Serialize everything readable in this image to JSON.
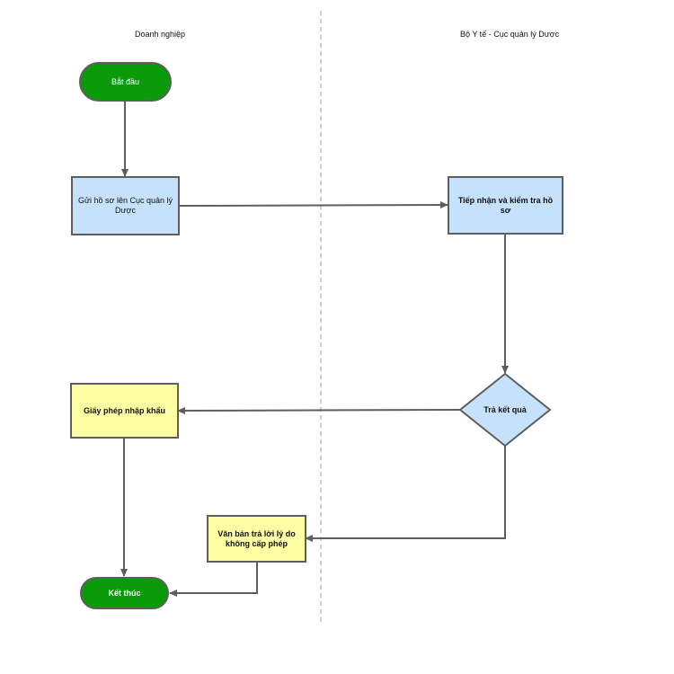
{
  "lanes": {
    "left_title": "Doanh nghiệp",
    "right_title": "Bộ Y tế - Cục quản lý Dược"
  },
  "nodes": {
    "start": "Bắt đầu",
    "submit": "Gửi hồ sơ lên Cục quản lý Dược",
    "receive": "Tiếp nhận và kiểm tra hồ sơ",
    "result": "Trả kết quả",
    "license": "Giấy phép nhập khẩu",
    "refusal": "Văn bản trả lời lý do không cấp phép",
    "end": "Kết thúc"
  },
  "colors": {
    "terminal": "#0a9a0a",
    "process_blue": "#c6e1fb",
    "process_yellow": "#fdfda3",
    "stroke": "#5e5e5e",
    "lane_divider": "#bdbdbd"
  }
}
